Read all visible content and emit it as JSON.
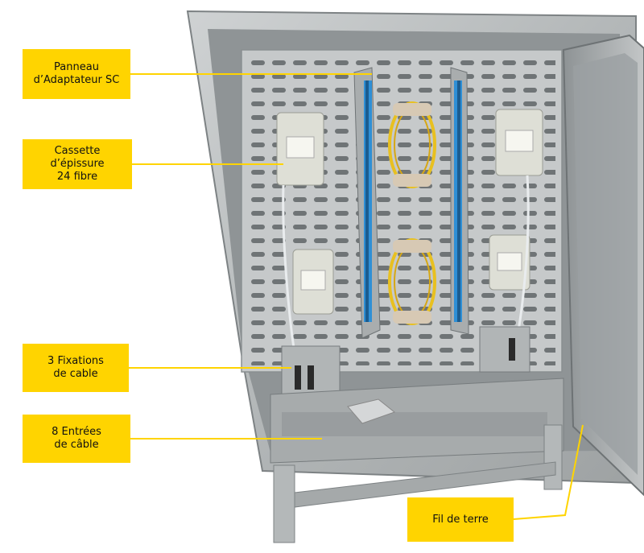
{
  "labels": {
    "panneau": "Panneau\nd’Adaptateur SC",
    "cassette": "Cassette\nd’épissure\n24 fibre",
    "fixations": "3 Fixations\nde cable",
    "entrees": "8 Entrées\nde câble",
    "terre": "Fil de terre"
  },
  "colors": {
    "label_background": "#ffd400",
    "leader_line": "#ffd400",
    "cabinet_steel": "#b9bcbd",
    "adapter_blue": "#2e8fd6",
    "fiber_yellow": "#e8c020",
    "cassette_body": "#dedfd6"
  }
}
